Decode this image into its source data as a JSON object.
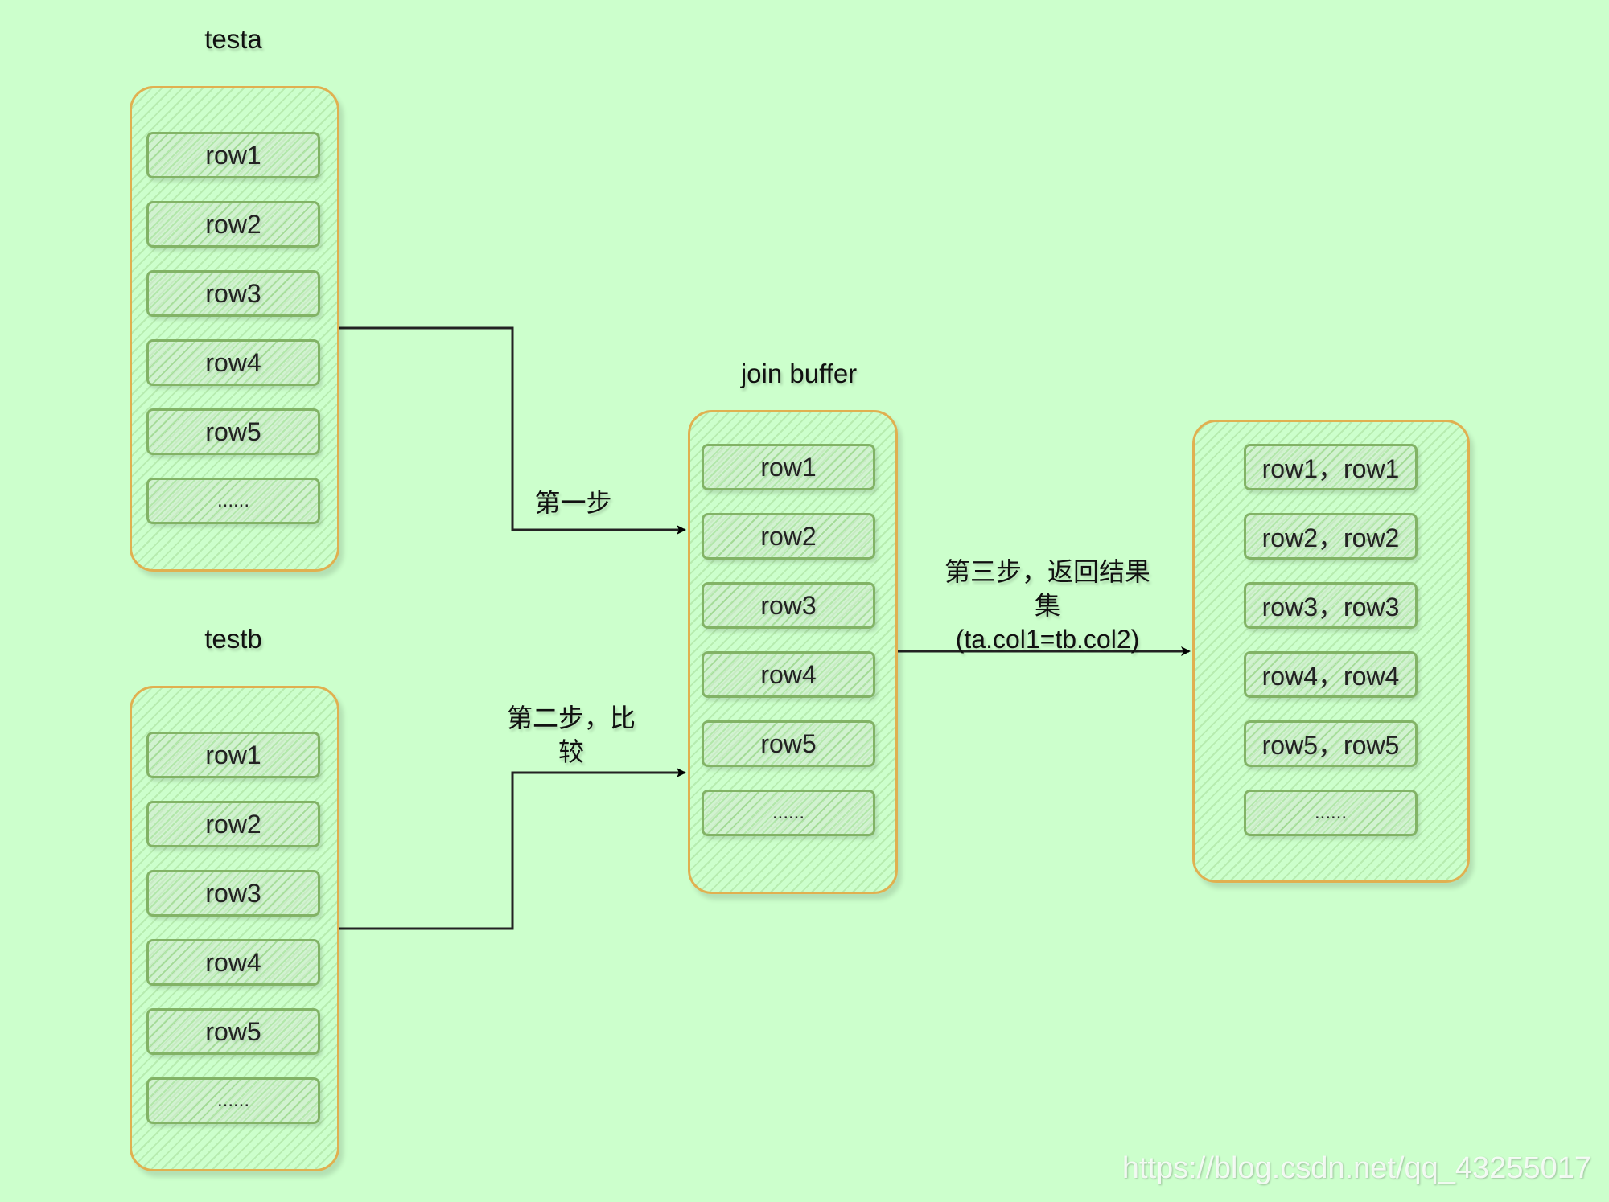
{
  "tables": {
    "testa": {
      "title": "testa",
      "rows": [
        "row1",
        "row2",
        "row3",
        "row4",
        "row5",
        "......"
      ]
    },
    "testb": {
      "title": "testb",
      "rows": [
        "row1",
        "row2",
        "row3",
        "row4",
        "row5",
        "......"
      ]
    },
    "join_buffer": {
      "title": "join buffer",
      "rows": [
        "row1",
        "row2",
        "row3",
        "row4",
        "row5",
        "......"
      ]
    },
    "result": {
      "rows": [
        "row1，row1",
        "row2，row2",
        "row3，row3",
        "row4，row4",
        "row5，row5",
        "......"
      ]
    }
  },
  "edges": {
    "step1": "第一步",
    "step2_line1": "第二步，比",
    "step2_line2": "较",
    "step3_line1": "第三步，返回结果",
    "step3_line2": "集",
    "step3_line3": "(ta.col1=tb.col2)"
  },
  "colors": {
    "background": "#ccffcc",
    "container_border": "#e0b050",
    "cell_border": "#82b366",
    "arrow": "#000000"
  },
  "watermark": "https://blog.csdn.net/qq_43255017"
}
